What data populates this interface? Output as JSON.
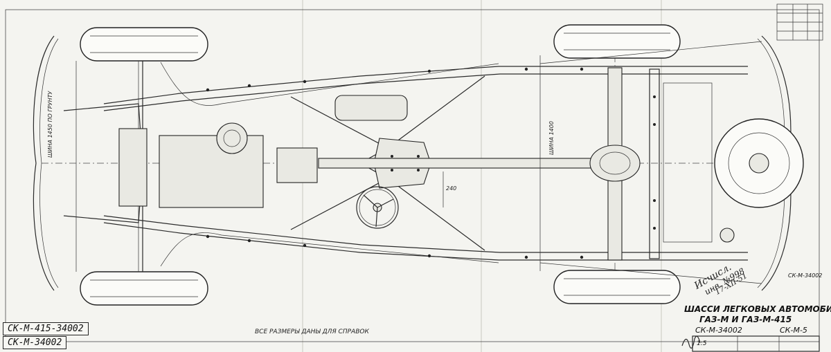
{
  "drawing": {
    "title_line1": "ШАССИ ЛЕГКОВЫХ АВТОМОБИЛЕЙ",
    "title_line2": "ГАЗ-М И ГАЗ-М-415",
    "drawing_number": "СК-М-34002",
    "drawing_number_alt": "СК-М-415-34002",
    "dimensions_note": "ВСЕ РАЗМЕРЫ ДАНЫ ДЛЯ СПРАВОК",
    "title_number_box": "СК-М-34002",
    "title_small_box": "СК-М-5",
    "side_note": "СК-М-34002",
    "dim_front_track": "ШИНА 1450 ПО ГРУНТУ",
    "dim_rear_track": "ШИНА 1400",
    "dim_wheelbase_mark": "240",
    "scale_note": "1:5",
    "handwritten_note_1": "Исчисл.",
    "handwritten_note_2": "инв. №998",
    "handwritten_note_3": "17-XII-51"
  },
  "colors": {
    "paper": "#f4f4f0",
    "ink": "#2a2a2a"
  }
}
